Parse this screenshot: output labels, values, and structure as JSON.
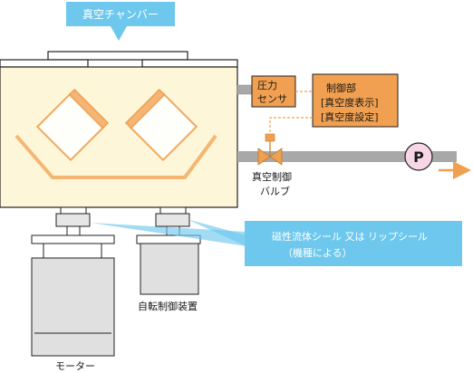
{
  "callouts": {
    "chamber": "真空チャンバー",
    "seal_line1": "磁性流体シール 又は リップシール",
    "seal_line2": "（機種による）"
  },
  "sensor": {
    "line1": "圧力",
    "line2": "センサ"
  },
  "control": {
    "line1": "制御部",
    "line2": "[真空度表示]",
    "line3": "[真空度設定]"
  },
  "valve": {
    "line1": "真空制御",
    "line2": "バルブ"
  },
  "pump": {
    "label": "P"
  },
  "labels": {
    "motor": "モーター",
    "rotation": "自転制御装置"
  },
  "colors": {
    "chamber_fill": "#fef6d8",
    "callout_blue": "#6ec8ee",
    "orange": "#f0a050",
    "pump_circle": "#f7d7e6",
    "pipe": "#a8a8a8",
    "device_gray": "#e0e0e0"
  }
}
